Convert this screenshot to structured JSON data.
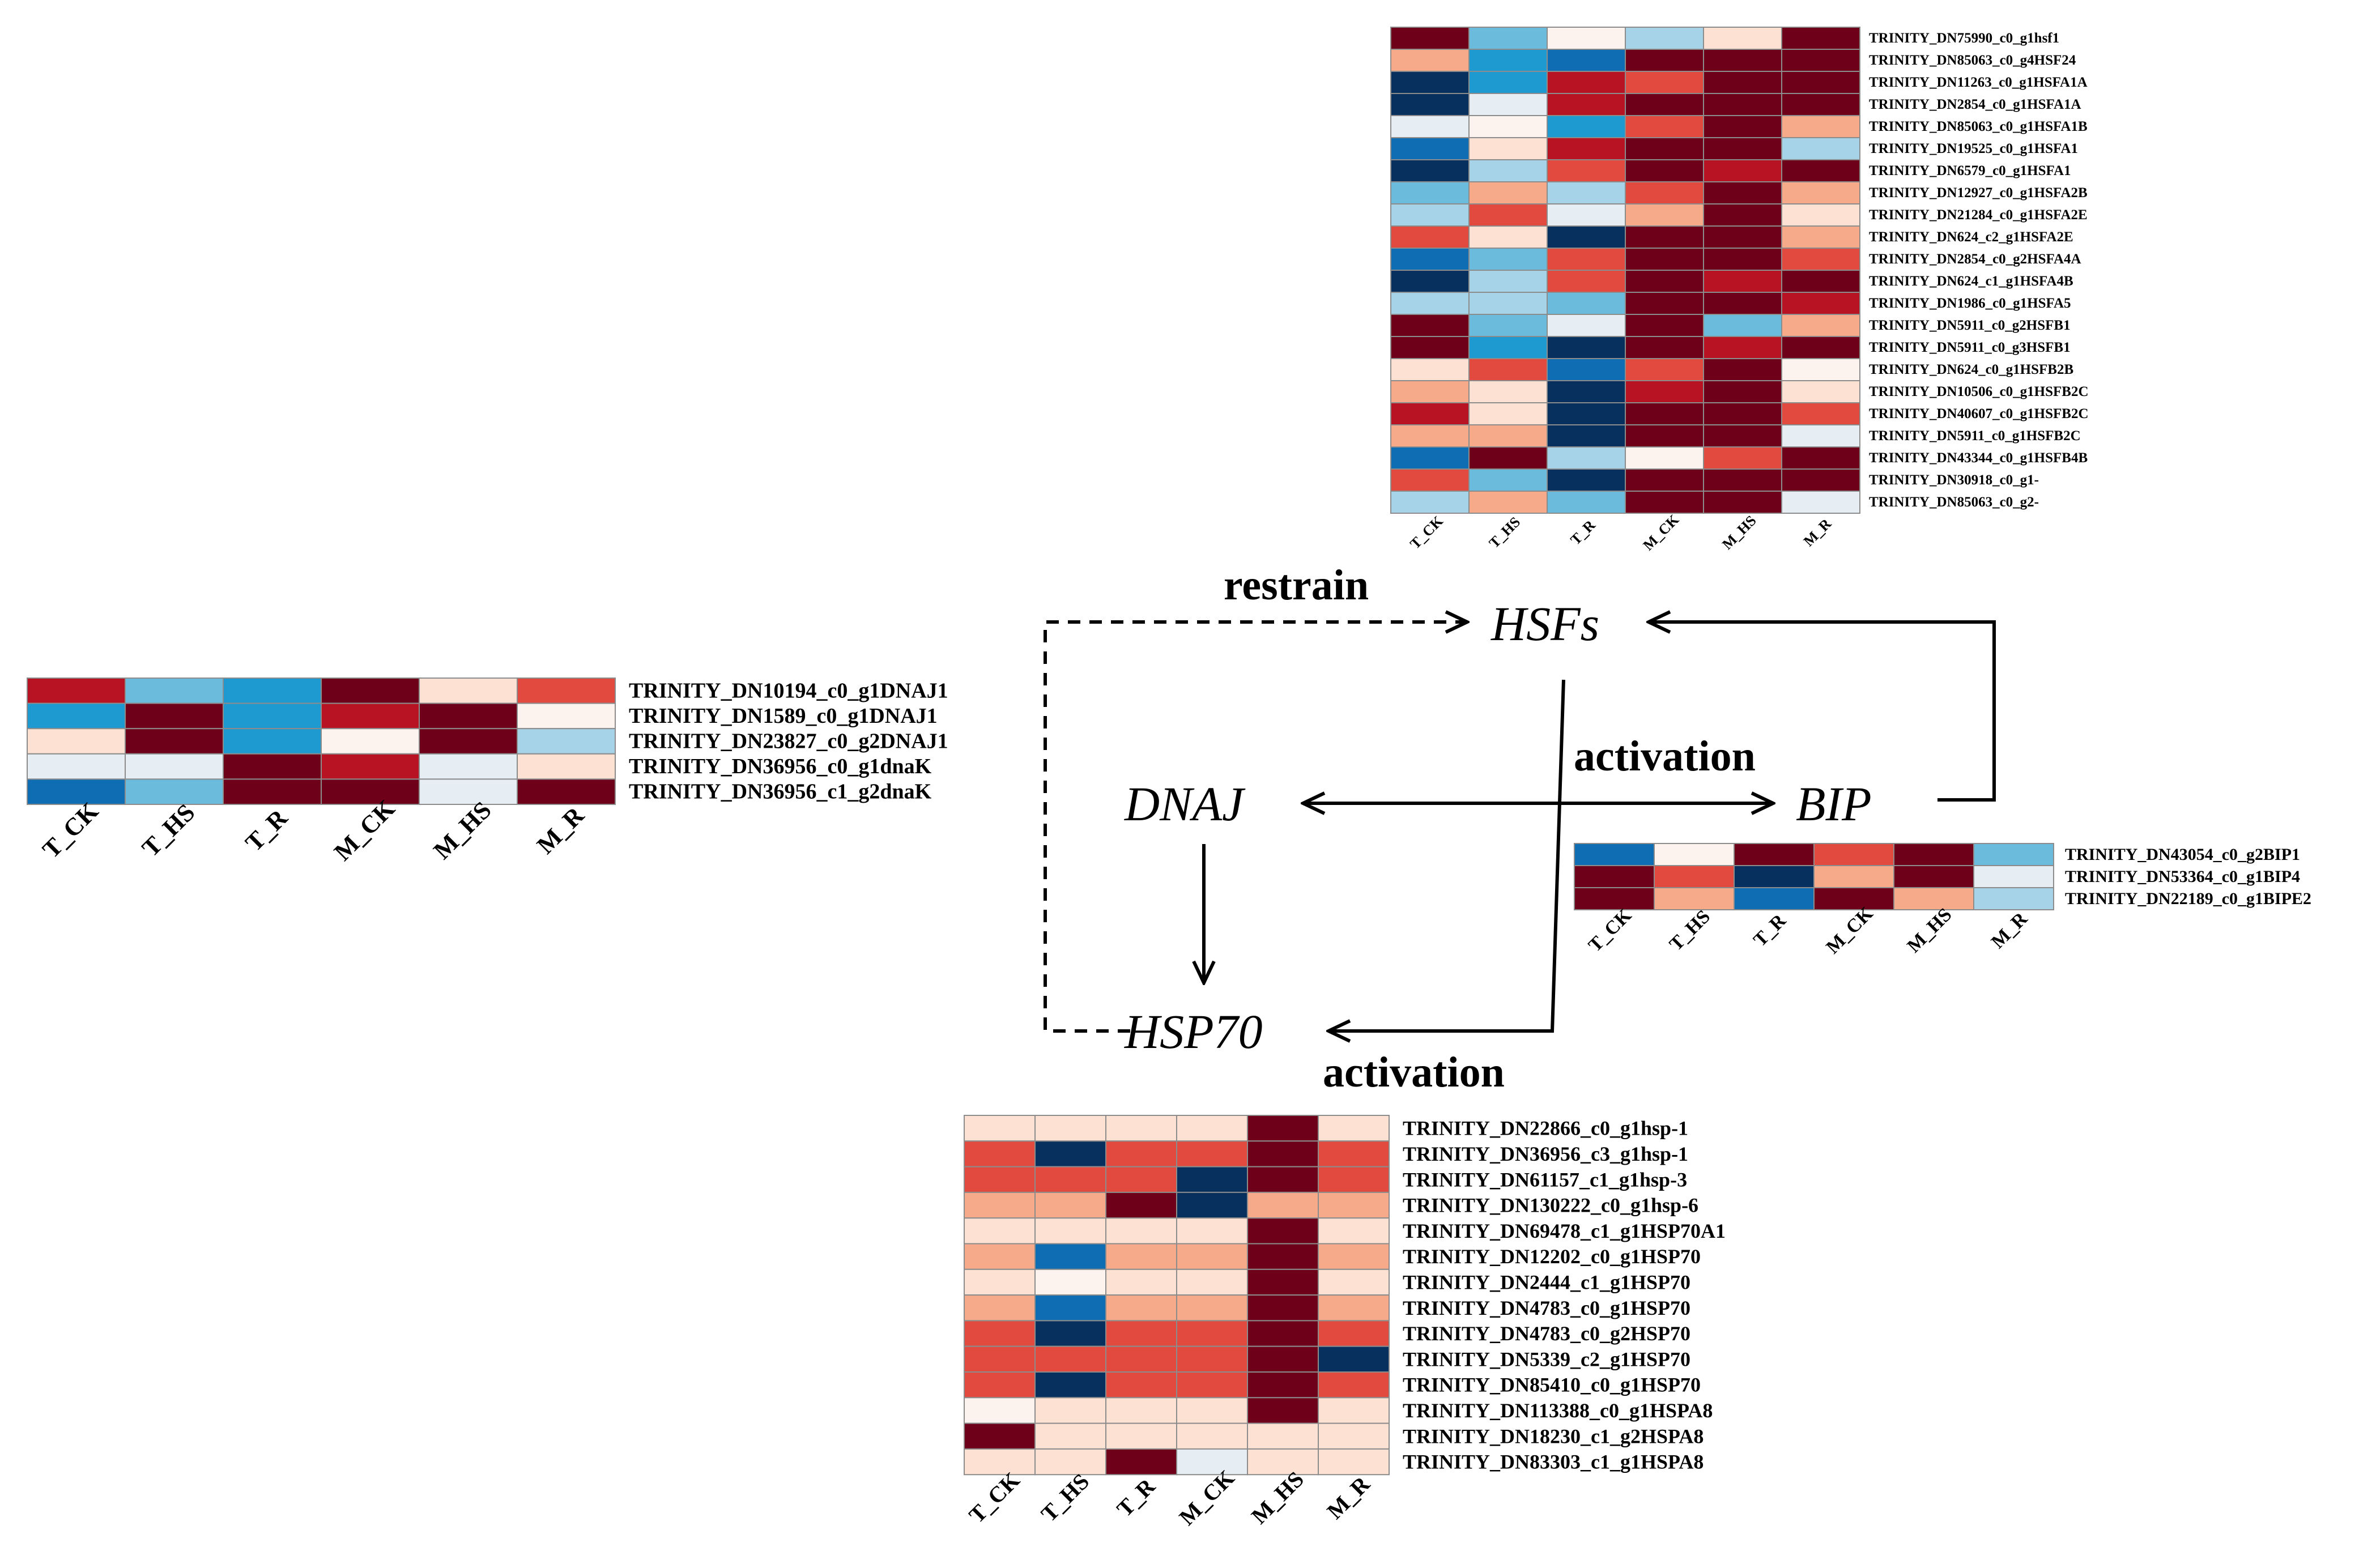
{
  "color_scale": {
    "1": "#fdf3ee",
    "2": "#fde1d2",
    "3": "#f7aa8a",
    "4": "#e24a40",
    "5": "#b81323",
    "6": "#6e001a",
    "-1": "#e6edf3",
    "-2": "#a7d3e8",
    "-3": "#6bbbdc",
    "-4": "#1e9ad0",
    "-5": "#0f6db3",
    "-6": "#08305e",
    "grid": "#8c8c8c"
  },
  "nodes": {
    "hsfs": "HSFs",
    "dnaj": "DNAJ",
    "bip": "BIP",
    "hsp70": "HSP70"
  },
  "edge_labels": {
    "restrain": "restrain",
    "activation_top": "activation",
    "activation_bottom": "activation"
  },
  "heatmaps": {
    "hsf": {
      "columns": [
        "T_CK",
        "T_HS",
        "T_R",
        "M_CK",
        "M_HS",
        "M_R"
      ],
      "rows": [
        {
          "label": "TRINITY_DN75990_c0_g1hsf1",
          "values": [
            6,
            -3,
            1,
            -2,
            2,
            6
          ]
        },
        {
          "label": "TRINITY_DN85063_c0_g4HSF24",
          "values": [
            3,
            -4,
            -5,
            6,
            6,
            6
          ]
        },
        {
          "label": "TRINITY_DN11263_c0_g1HSFA1A",
          "values": [
            -6,
            -4,
            5,
            4,
            6,
            6
          ]
        },
        {
          "label": "TRINITY_DN2854_c0_g1HSFA1A",
          "values": [
            -6,
            -1,
            5,
            6,
            6,
            6
          ]
        },
        {
          "label": "TRINITY_DN85063_c0_g1HSFA1B",
          "values": [
            -1,
            1,
            -4,
            4,
            6,
            3
          ]
        },
        {
          "label": "TRINITY_DN19525_c0_g1HSFA1",
          "values": [
            -5,
            2,
            5,
            6,
            6,
            -2
          ]
        },
        {
          "label": "TRINITY_DN6579_c0_g1HSFA1",
          "values": [
            -6,
            -2,
            4,
            6,
            5,
            6
          ]
        },
        {
          "label": "TRINITY_DN12927_c0_g1HSFA2B",
          "values": [
            -3,
            3,
            -2,
            4,
            6,
            3
          ]
        },
        {
          "label": "TRINITY_DN21284_c0_g1HSFA2E",
          "values": [
            -2,
            4,
            -1,
            3,
            6,
            2
          ]
        },
        {
          "label": "TRINITY_DN624_c2_g1HSFA2E",
          "values": [
            4,
            2,
            -6,
            6,
            6,
            3
          ]
        },
        {
          "label": "TRINITY_DN2854_c0_g2HSFA4A",
          "values": [
            -5,
            -3,
            4,
            6,
            6,
            4
          ]
        },
        {
          "label": "TRINITY_DN624_c1_g1HSFA4B",
          "values": [
            -6,
            -2,
            4,
            6,
            5,
            6
          ]
        },
        {
          "label": "TRINITY_DN1986_c0_g1HSFA5",
          "values": [
            -2,
            -2,
            -3,
            6,
            6,
            5
          ]
        },
        {
          "label": "TRINITY_DN5911_c0_g2HSFB1",
          "values": [
            6,
            -3,
            -1,
            6,
            -3,
            3
          ]
        },
        {
          "label": "TRINITY_DN5911_c0_g3HSFB1",
          "values": [
            6,
            -4,
            -6,
            6,
            5,
            6
          ]
        },
        {
          "label": "TRINITY_DN624_c0_g1HSFB2B",
          "values": [
            2,
            4,
            -5,
            4,
            6,
            1
          ]
        },
        {
          "label": "TRINITY_DN10506_c0_g1HSFB2C",
          "values": [
            3,
            2,
            -6,
            5,
            6,
            2
          ]
        },
        {
          "label": "TRINITY_DN40607_c0_g1HSFB2C",
          "values": [
            5,
            2,
            -6,
            6,
            6,
            4
          ]
        },
        {
          "label": "TRINITY_DN5911_c0_g1HSFB2C",
          "values": [
            3,
            3,
            -6,
            6,
            6,
            -1
          ]
        },
        {
          "label": "TRINITY_DN43344_c0_g1HSFB4B",
          "values": [
            -5,
            6,
            -2,
            1,
            4,
            6
          ]
        },
        {
          "label": "TRINITY_DN30918_c0_g1-",
          "values": [
            4,
            -3,
            -6,
            6,
            6,
            6
          ]
        },
        {
          "label": "TRINITY_DN85063_c0_g2-",
          "values": [
            -2,
            3,
            -3,
            6,
            6,
            -1
          ]
        }
      ]
    },
    "dnaj": {
      "columns": [
        "T_CK",
        "T_HS",
        "T_R",
        "M_CK",
        "M_HS",
        "M_R"
      ],
      "rows": [
        {
          "label": "TRINITY_DN10194_c0_g1DNAJ1",
          "values": [
            5,
            -3,
            -4,
            6,
            2,
            4
          ]
        },
        {
          "label": "TRINITY_DN1589_c0_g1DNAJ1",
          "values": [
            -4,
            6,
            -4,
            5,
            6,
            1
          ]
        },
        {
          "label": "TRINITY_DN23827_c0_g2DNAJ1",
          "values": [
            2,
            6,
            -4,
            1,
            6,
            -2
          ]
        },
        {
          "label": "TRINITY_DN36956_c0_g1dnaK",
          "values": [
            -1,
            -1,
            6,
            5,
            -1,
            2
          ]
        },
        {
          "label": "TRINITY_DN36956_c1_g2dnaK",
          "values": [
            -5,
            -3,
            6,
            6,
            -1,
            6
          ]
        }
      ]
    },
    "bip": {
      "columns": [
        "T_CK",
        "T_HS",
        "T_R",
        "M_CK",
        "M_HS",
        "M_R"
      ],
      "rows": [
        {
          "label": "TRINITY_DN43054_c0_g2BIP1",
          "values": [
            -5,
            1,
            6,
            4,
            6,
            -3
          ]
        },
        {
          "label": "TRINITY_DN53364_c0_g1BIP4",
          "values": [
            6,
            4,
            -6,
            3,
            6,
            -1
          ]
        },
        {
          "label": "TRINITY_DN22189_c0_g1BIPE2",
          "values": [
            6,
            3,
            -5,
            6,
            3,
            -2
          ]
        }
      ]
    },
    "hsp70": {
      "columns": [
        "T_CK",
        "T_HS",
        "T_R",
        "M_CK",
        "M_HS",
        "M_R"
      ],
      "rows": [
        {
          "label": "TRINITY_DN22866_c0_g1hsp-1",
          "values": [
            2,
            2,
            2,
            2,
            6,
            2
          ]
        },
        {
          "label": "TRINITY_DN36956_c3_g1hsp-1",
          "values": [
            4,
            -6,
            4,
            4,
            6,
            4
          ]
        },
        {
          "label": "TRINITY_DN61157_c1_g1hsp-3",
          "values": [
            4,
            4,
            4,
            -6,
            6,
            4
          ]
        },
        {
          "label": "TRINITY_DN130222_c0_g1hsp-6",
          "values": [
            3,
            3,
            6,
            -6,
            3,
            3
          ]
        },
        {
          "label": "TRINITY_DN69478_c1_g1HSP70A1",
          "values": [
            2,
            2,
            2,
            2,
            6,
            2
          ]
        },
        {
          "label": "TRINITY_DN12202_c0_g1HSP70",
          "values": [
            3,
            -5,
            3,
            3,
            6,
            3
          ]
        },
        {
          "label": "TRINITY_DN2444_c1_g1HSP70",
          "values": [
            2,
            1,
            2,
            2,
            6,
            2
          ]
        },
        {
          "label": "TRINITY_DN4783_c0_g1HSP70",
          "values": [
            3,
            -5,
            3,
            3,
            6,
            3
          ]
        },
        {
          "label": "TRINITY_DN4783_c0_g2HSP70",
          "values": [
            4,
            -6,
            4,
            4,
            6,
            4
          ]
        },
        {
          "label": "TRINITY_DN5339_c2_g1HSP70",
          "values": [
            4,
            4,
            4,
            4,
            6,
            -6
          ]
        },
        {
          "label": "TRINITY_DN85410_c0_g1HSP70",
          "values": [
            4,
            -6,
            4,
            4,
            6,
            4
          ]
        },
        {
          "label": "TRINITY_DN113388_c0_g1HSPA8",
          "values": [
            1,
            2,
            2,
            2,
            6,
            2
          ]
        },
        {
          "label": "TRINITY_DN18230_c1_g2HSPA8",
          "values": [
            6,
            2,
            2,
            2,
            2,
            2
          ]
        },
        {
          "label": "TRINITY_DN83303_c1_g1HSPA8",
          "values": [
            2,
            2,
            6,
            -1,
            2,
            2
          ]
        }
      ]
    }
  }
}
